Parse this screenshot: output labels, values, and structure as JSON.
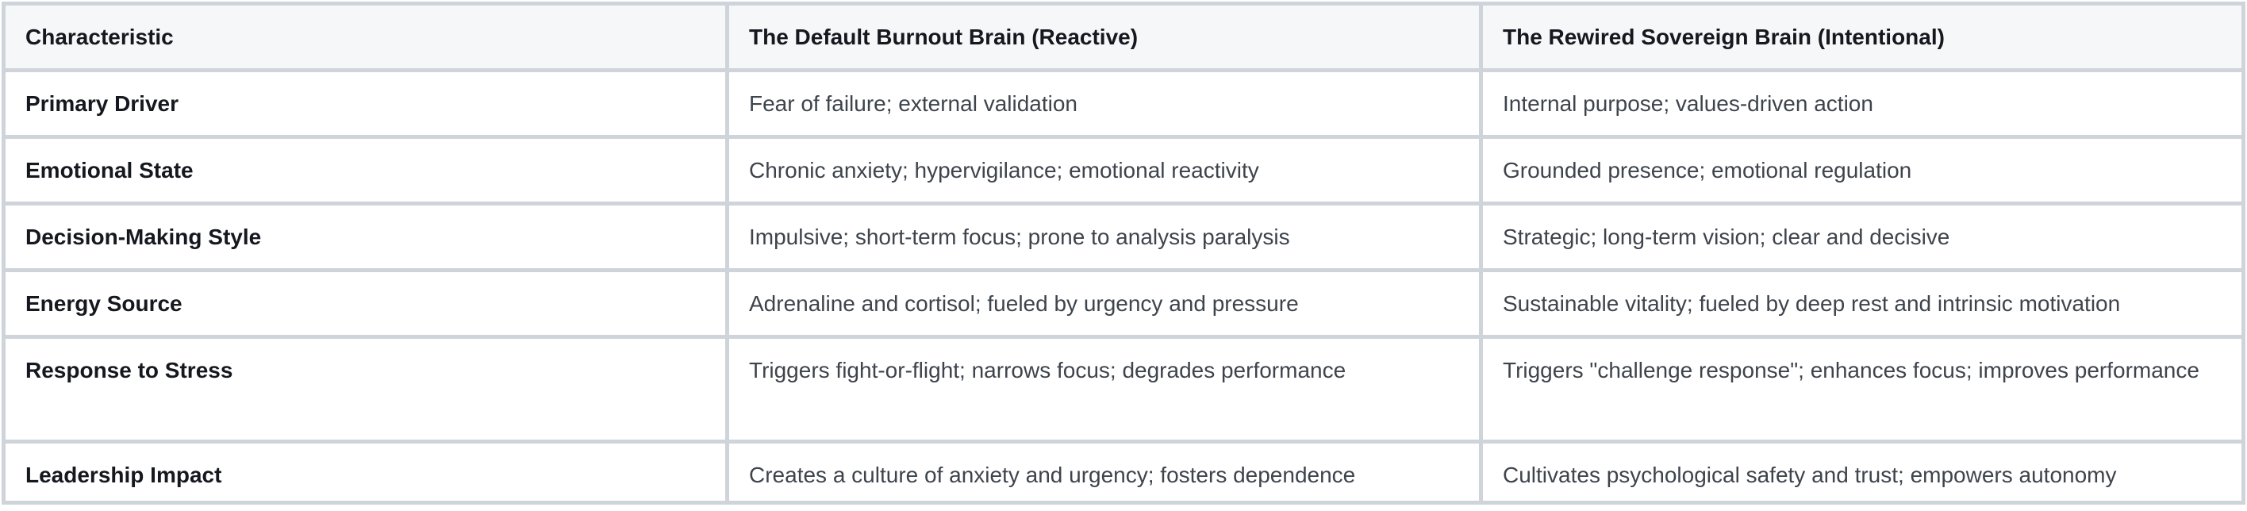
{
  "table": {
    "columns": [
      {
        "label": "Characteristic"
      },
      {
        "label": "The Default Burnout Brain (Reactive)"
      },
      {
        "label": "The Rewired Sovereign Brain (Intentional)"
      }
    ],
    "rows": [
      {
        "characteristic": "Primary Driver",
        "burnout": "Fear of failure; external validation",
        "sovereign": "Internal purpose; values-driven action"
      },
      {
        "characteristic": "Emotional State",
        "burnout": "Chronic anxiety; hypervigilance; emotional reactivity",
        "sovereign": "Grounded presence; emotional regulation"
      },
      {
        "characteristic": "Decision-Making Style",
        "burnout": "Impulsive; short-term focus; prone to analysis paralysis",
        "sovereign": "Strategic; long-term vision; clear and decisive"
      },
      {
        "characteristic": "Energy Source",
        "burnout": "Adrenaline and cortisol; fueled by urgency and pressure",
        "sovereign": "Sustainable vitality; fueled by deep rest and intrinsic motivation"
      },
      {
        "characteristic": "Response to Stress",
        "burnout": "Triggers fight-or-flight; narrows focus; degrades performance",
        "sovereign": "Triggers \"challenge response\"; enhances focus; improves performance"
      },
      {
        "characteristic": "Leadership Impact",
        "burnout": "Creates a culture of anxiety and urgency; fosters dependence",
        "sovereign": "Cultivates psychological safety and trust; empowers autonomy"
      }
    ]
  },
  "colors": {
    "border": "#cfd4da",
    "header_background": "#f6f7f9",
    "heading_text": "#15181e",
    "body_text": "#3e444c"
  }
}
